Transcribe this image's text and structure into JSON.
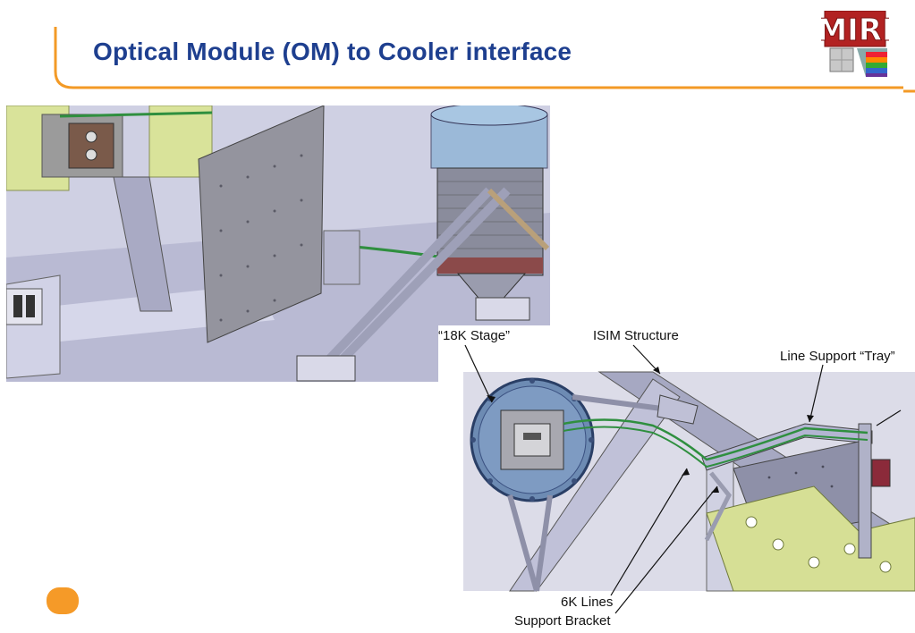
{
  "slide": {
    "title": "Optical Module (OM) to Cooler interface",
    "accent_color": "#f39a26",
    "title_color": "#1e3f8f"
  },
  "logo": {
    "text": "MIRI",
    "icon": "miri-logo-icon"
  },
  "diagram": {
    "labels": {
      "stage": "“18K Stage”",
      "isim": "ISIM Structure",
      "tray": "Line Support “Tray”",
      "lines": "6K Lines",
      "bracket": "Support Bracket"
    }
  }
}
